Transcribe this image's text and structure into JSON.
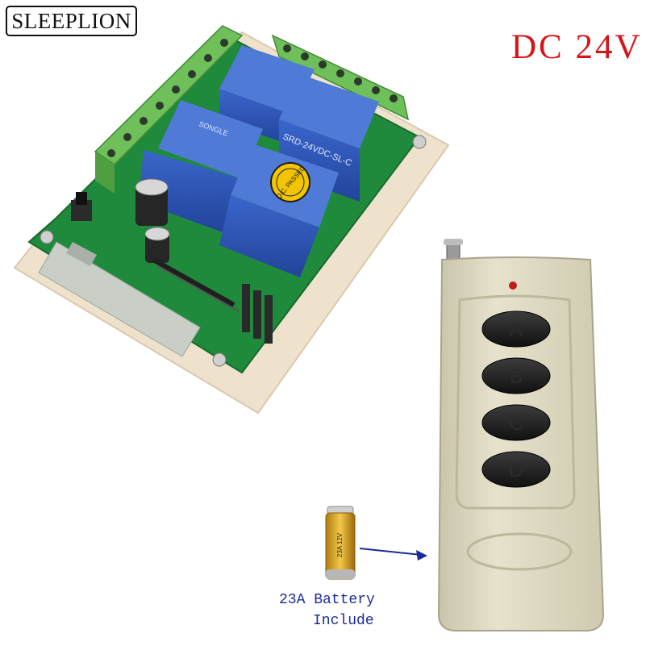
{
  "brand": {
    "name": "SLEEPLION"
  },
  "headline": {
    "voltage": "DC 24V"
  },
  "remote": {
    "buttons": [
      "A",
      "B",
      "C",
      "D"
    ]
  },
  "battery": {
    "line1": "23A Battery",
    "line2": "Include",
    "cell_text": "23A 12V"
  },
  "relays": {
    "model": "SRD-24VDC-SL-C",
    "maker": "SONGLE",
    "qc_sticker": "Q.C. PASSED"
  },
  "colors": {
    "voltage_text": "#d8141b",
    "battery_label_text": "#1a2a9c",
    "pcb_green": "#1f8a3c",
    "relay_blue": "#2e55b8",
    "terminal_green": "#6fbf5a",
    "remote_body": "#ddd8c0"
  }
}
